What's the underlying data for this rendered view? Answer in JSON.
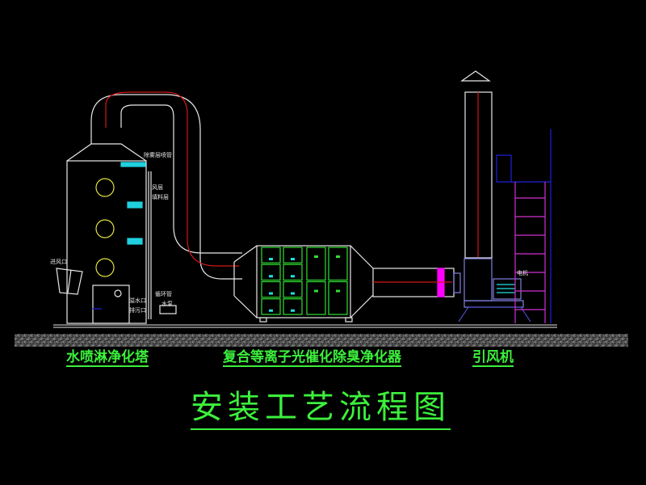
{
  "diagram": {
    "title": "安装工艺流程图",
    "components": [
      {
        "id": "spray-tower",
        "label": "水喷淋净化塔"
      },
      {
        "id": "plasma-purifier",
        "label": "复合等离子光催化除臭净化器"
      },
      {
        "id": "induced-fan",
        "label": "引风机"
      }
    ],
    "small_labels": {
      "tower_top": "除雾层喷管",
      "demister": "风层",
      "packing": "填料层",
      "inlet": "进风口",
      "drain": "溢水口",
      "outlet": "排污口",
      "pipe": "循环管",
      "pump": "水泵",
      "motor": "电机"
    },
    "flow": [
      "水喷淋净化塔",
      "复合等离子光催化除臭净化器",
      "引风机"
    ],
    "colors": {
      "background": "#000000",
      "outline": "#e8e8e8",
      "centerline": "#d01818",
      "label": "#3cf03c",
      "purifier_cells": "#30e030",
      "indicator": "#20e0e0",
      "ladder": "#d030d0",
      "fan": "#8080e0",
      "ground": "#707070",
      "damper": "#ff00ff",
      "frame": "#1818c0"
    }
  }
}
